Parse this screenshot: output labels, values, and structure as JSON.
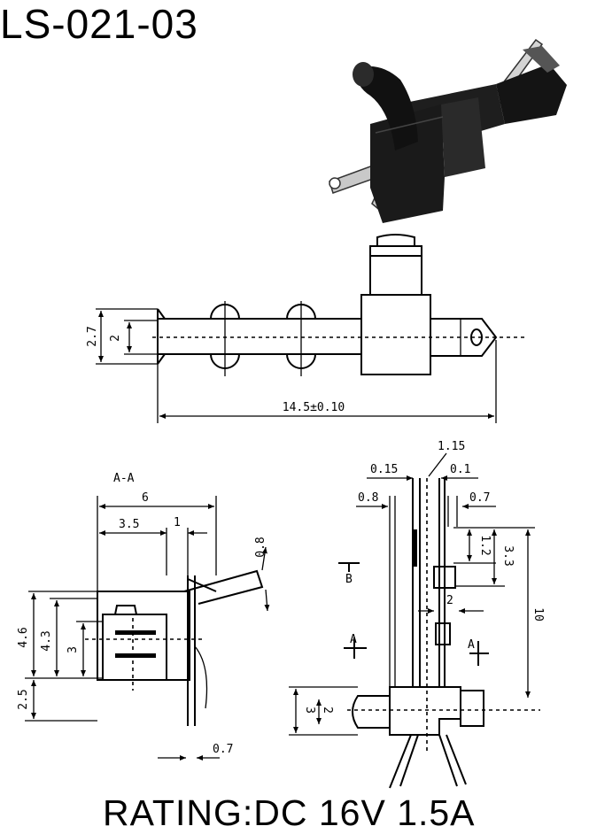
{
  "title": "LS-021-03",
  "rating": "RATING:DC 16V 1.5A",
  "top_view": {
    "dim_length": "14.5±0.10",
    "dim_outer_height": "2.7",
    "dim_inner_height": "2"
  },
  "section_view": {
    "label": "A-A",
    "dim_width": "6",
    "dim_offset": "3.5",
    "dim_slot": "1",
    "dim_lever": "0.8",
    "dim_h1": "4.6",
    "dim_h2": "4.3",
    "dim_h3": "3",
    "dim_h4": "2.5",
    "dim_pin": "0.7"
  },
  "side_view": {
    "dim_top": "1.15",
    "dim_a": "0.15",
    "dim_b": "0.1",
    "dim_c": "0.8",
    "dim_d": "0.7",
    "dim_e": "1.2",
    "dim_f": "3.3",
    "dim_g": "2",
    "dim_h": "10",
    "dim_i": "3",
    "dim_j": "2",
    "marker_b": "B",
    "marker_a1": "A",
    "marker_a2": "A"
  }
}
